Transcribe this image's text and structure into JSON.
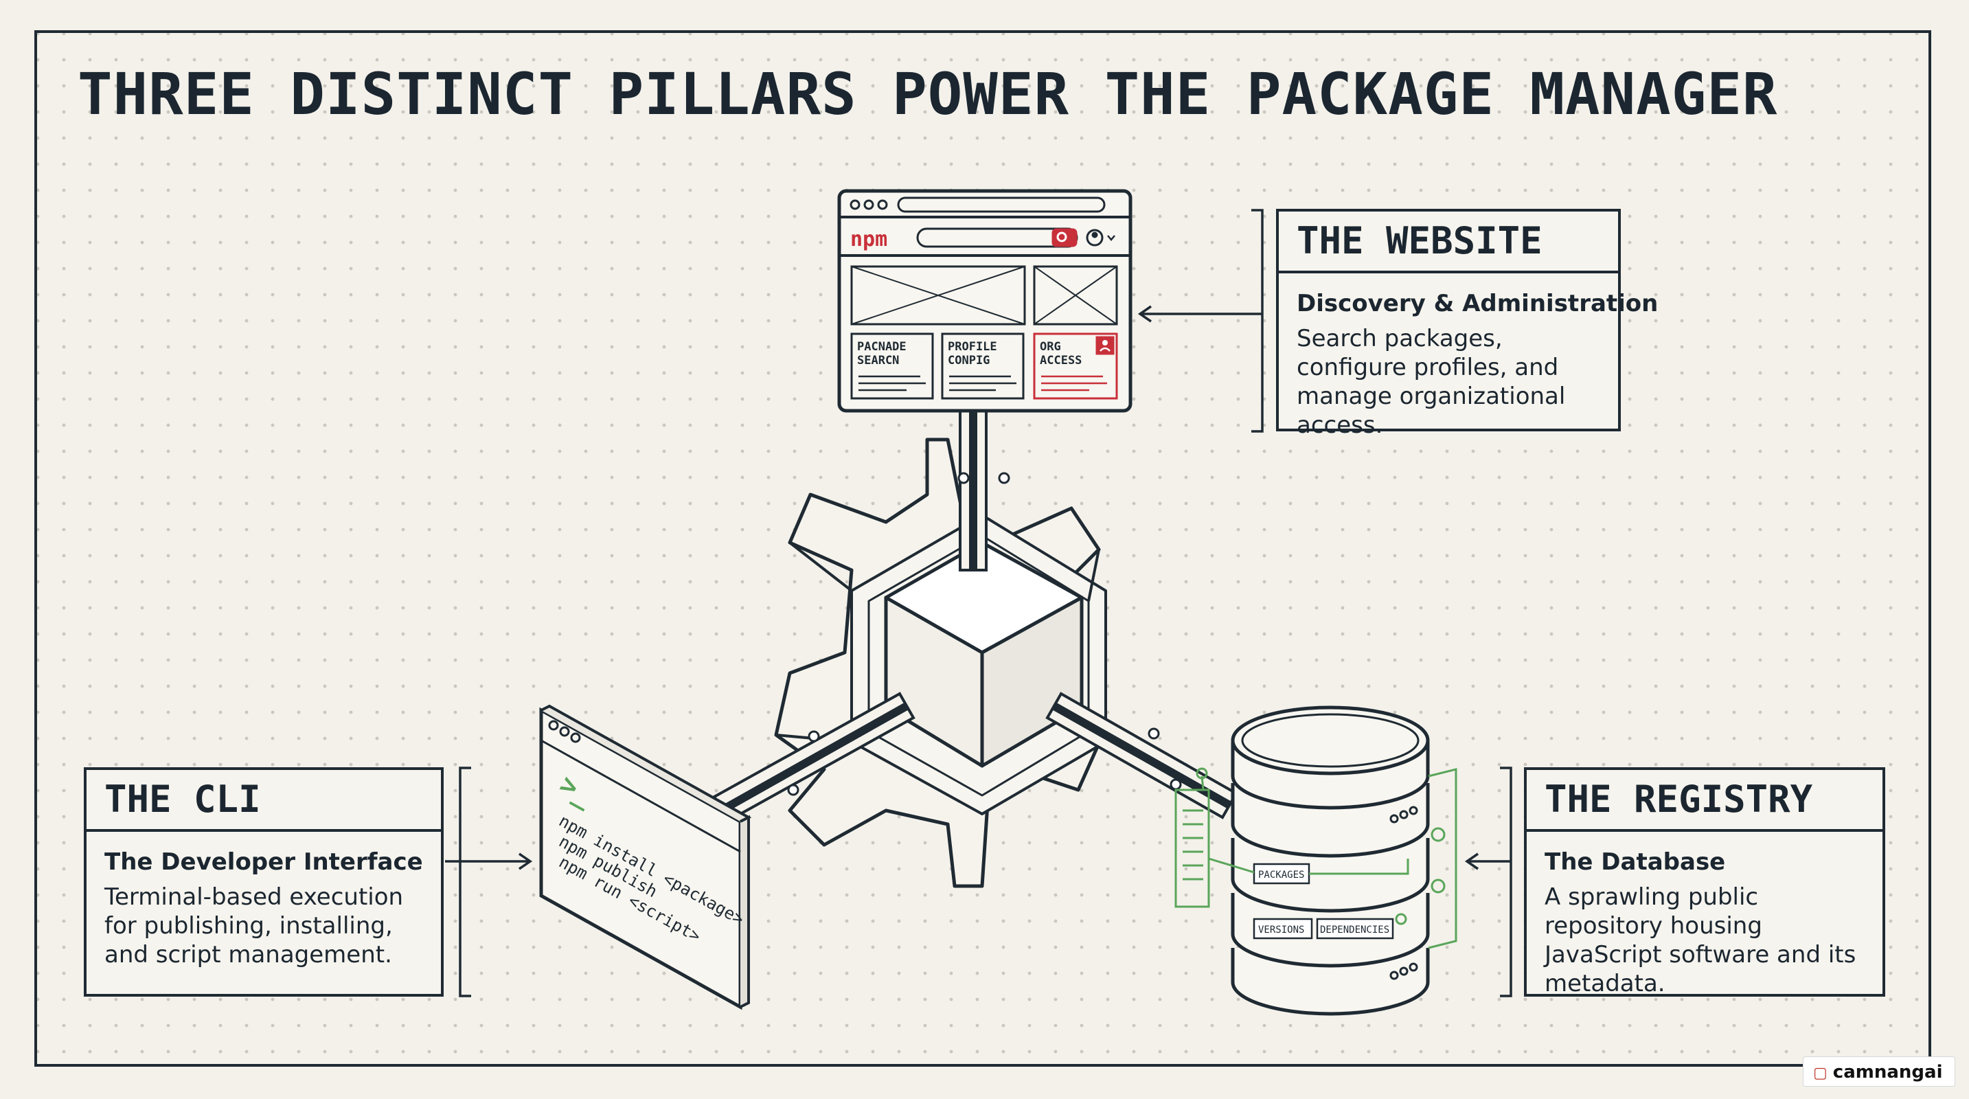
{
  "title": "THREE DISTINCT PILLARS POWER THE PACKAGE MANAGER",
  "website": {
    "heading": "THE WEBSITE",
    "subheading": "Discovery & Administration",
    "description": "Search packages, configure profiles, and manage organizational access.",
    "logo": "npm",
    "tiles": [
      {
        "line1": "PACNADE",
        "line2": "SEARCN"
      },
      {
        "line1": "PROFILE",
        "line2": "CONPIG"
      },
      {
        "line1": "ORG",
        "line2": "ACCESS"
      }
    ]
  },
  "cli": {
    "heading": "THE CLI",
    "subheading": "The Developer Interface",
    "description": "Terminal-based execution for publishing, installing, and script management.",
    "prompt": ">_",
    "commands": [
      "npm install <package>",
      "npm publish",
      "npm run <script>"
    ]
  },
  "registry": {
    "heading": "THE REGISTRY",
    "subheading": "The Database",
    "description": "A sprawling public repository housing JavaScript software and its metadata.",
    "labels": [
      "PACKAGES",
      "VERSIONS",
      "DEPENDENCIES"
    ]
  },
  "colors": {
    "ink": "#1f2a33",
    "accent_red": "#c8303a",
    "accent_green": "#5aa55a",
    "paper": "#f3f1ea"
  },
  "watermark": "camnangai"
}
